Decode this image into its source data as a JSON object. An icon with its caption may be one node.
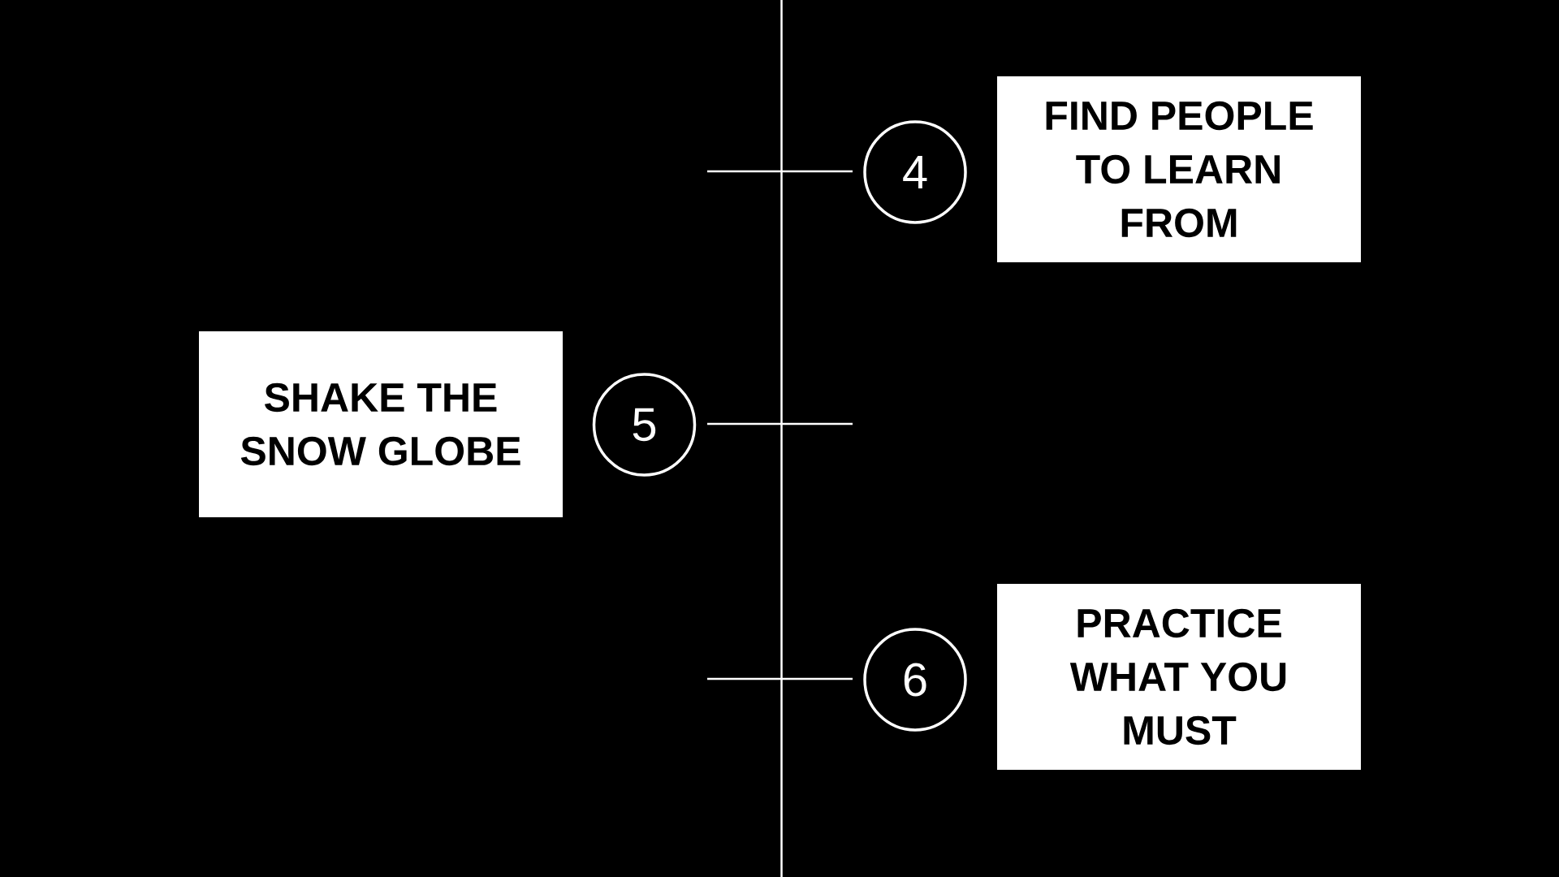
{
  "diagram": {
    "nodes": [
      {
        "text": [
          "4"
        ]
      },
      {
        "text": [
          "FIND PEOPLE TO LEARN FROM"
        ]
      },
      {
        "text": [
          "SHAKE THE SNOW GLOBE"
        ]
      },
      {
        "text": [
          "5"
        ]
      },
      {
        "text": [
          "6"
        ]
      },
      {
        "text": [
          "PRACTICE WHAT YOU MUST"
        ]
      }
    ]
  }
}
